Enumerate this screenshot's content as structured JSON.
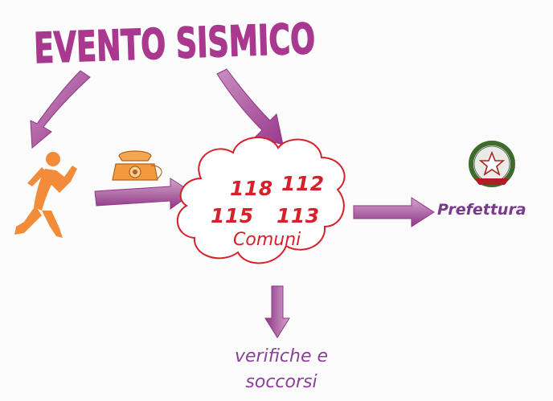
{
  "title": "EVENTO SISMICO",
  "numbers": {
    "n1": "118",
    "n2": "112",
    "n3": "115",
    "n4": "113"
  },
  "comuni": "Comuni",
  "prefettura": "Prefettura",
  "outcome": {
    "line1": "verifiche e",
    "line2": "soccorsi"
  },
  "icons": {
    "person": "running-person-icon",
    "phone": "telephone-icon",
    "emblem": "italian-republic-emblem-icon"
  },
  "colors": {
    "title": "#a9388f",
    "arrow": "#a94a9a",
    "numbers": "#d6202a",
    "cloud": "#d6202a",
    "person": "#f28c3a",
    "prefettura": "#7a3a8c"
  }
}
